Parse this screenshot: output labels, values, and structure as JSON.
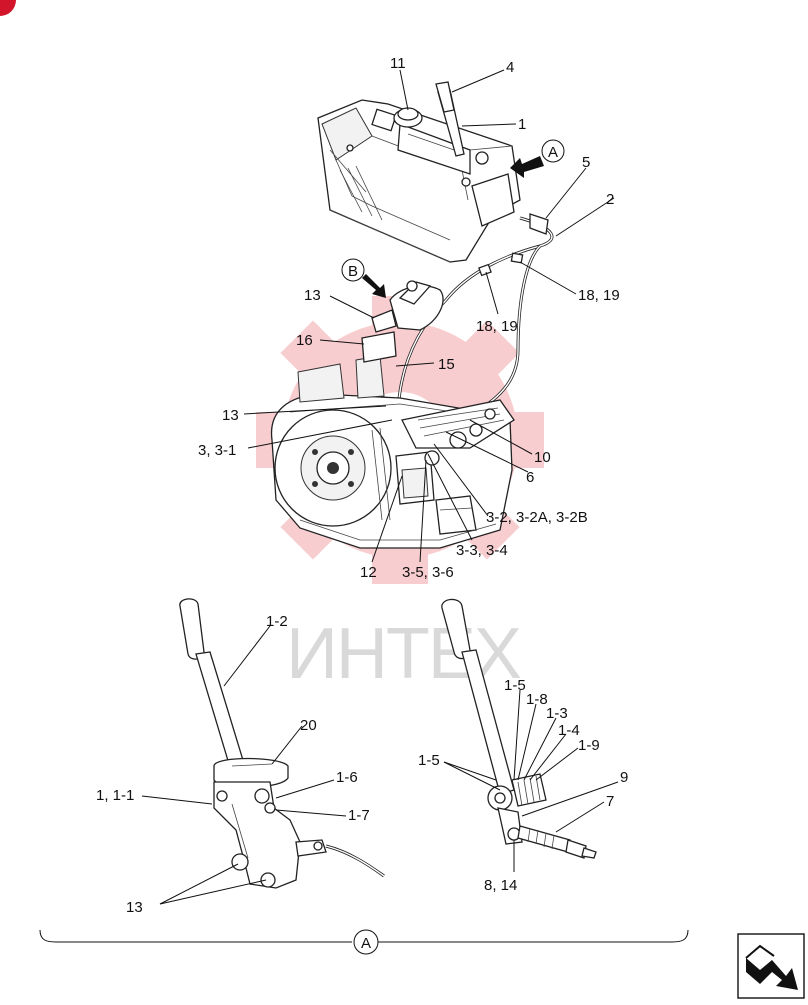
{
  "watermark": {
    "text": "ИНТЕХ",
    "color": "#d9d9d9",
    "gear_color": "#f4a6ab"
  },
  "corner_badge_color": "#d2152b",
  "view_marker": "A",
  "callouts": {
    "c11": "11",
    "c4": "4",
    "c1": "1",
    "cA": "A",
    "c5": "5",
    "c2": "2",
    "cB": "B",
    "c13a": "13",
    "c18a": "18, 19",
    "c18b": "18, 19",
    "c16": "16",
    "c15": "15",
    "c13b": "13",
    "c3": "3, 3-1",
    "c10": "10",
    "c6": "6",
    "c32": "3-2, 3-2A, 3-2B",
    "c33": "3-3, 3-4",
    "c12": "12",
    "c35": "3-5, 3-6",
    "c12l": "1-2",
    "c20": "20",
    "c11l": "1, 1-1",
    "c16l": "1-6",
    "c17l": "1-7",
    "c13c": "13",
    "c15a": "1-5",
    "c18l": "1-8",
    "c13l": "1-3",
    "c14l": "1-4",
    "c19l": "1-9",
    "c15b": "1-5",
    "c9": "9",
    "c7": "7",
    "c814": "8, 14"
  },
  "nav_icon": "next-page-arrow-icon"
}
